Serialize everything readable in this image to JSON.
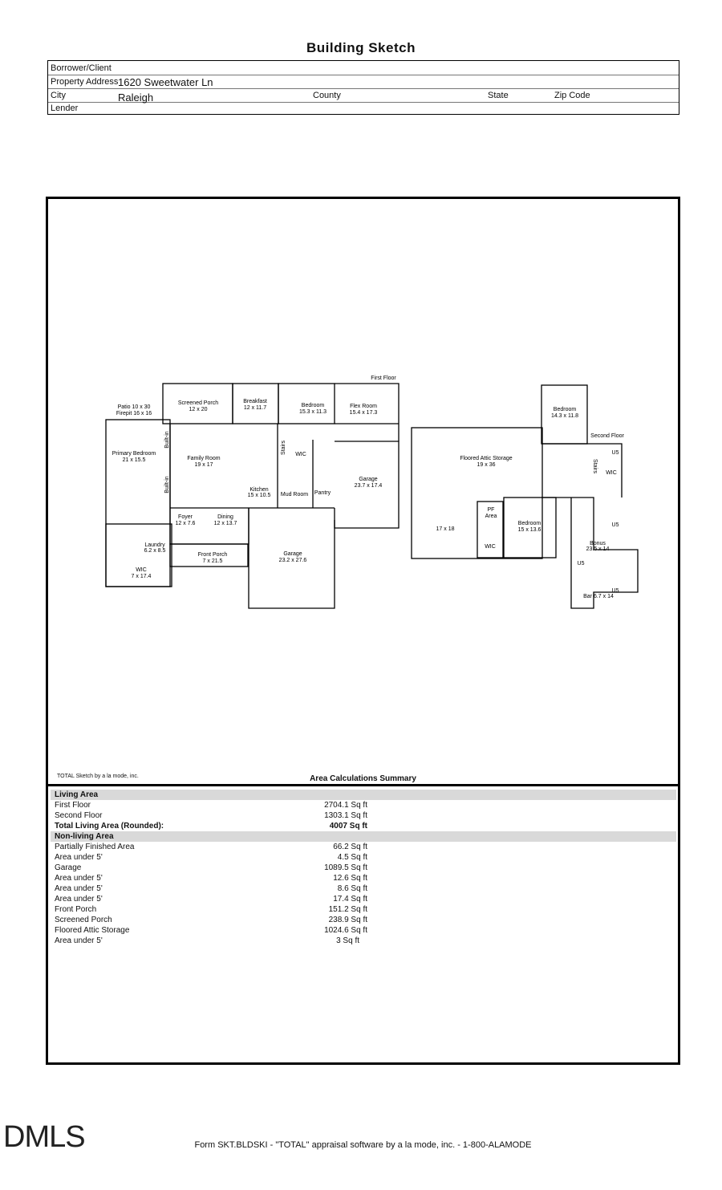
{
  "title": "Building Sketch",
  "header": {
    "borrower_label": "Borrower/Client",
    "address_label": "Property Address",
    "address_value": "1620 Sweetwater Ln",
    "city_label": "City",
    "city_value": "Raleigh",
    "county_label": "County",
    "state_label": "State",
    "zip_label": "Zip Code",
    "lender_label": "Lender"
  },
  "sketch": {
    "first_floor_label": "First Floor",
    "second_floor_label": "Second Floor",
    "rooms": {
      "patio": "Patio 10 x 30",
      "firepit": "Firepit 16 x 16",
      "screened_porch": "Screened Porch",
      "screened_porch_dim": "12 x 20",
      "breakfast": "Breakfast",
      "breakfast_dim": "12 x 11.7",
      "bedroom1": "Bedroom",
      "bedroom1_dim": "15.3 x 11.3",
      "flex_room": "Flex Room",
      "flex_room_dim": "15.4 x 17.3",
      "primary_bedroom": "Primary Bedroom",
      "primary_bedroom_dim": "21 x 15.5",
      "family_room": "Family Room",
      "family_room_dim": "19 x 17",
      "built_in": "Built-in",
      "stairs": "Stairs",
      "wic": "WIC",
      "garage1": "Garage",
      "garage1_dim": "23.7 x 17.4",
      "kitchen": "Kitchen",
      "kitchen_dim": "15 x 10.5",
      "mud_room": "Mud Room",
      "pantry": "Pantry",
      "foyer": "Foyer",
      "foyer_dim": "12 x 7.6",
      "dining": "Dining",
      "dining_dim": "12 x 13.7",
      "laundry": "Laundry",
      "laundry_dim": "6.2 x 8.5",
      "front_porch": "Front Porch",
      "front_porch_dim": "7 x 21.5",
      "garage2": "Garage",
      "garage2_dim": "23.2 x 27.6",
      "wic_primary": "WIC",
      "wic_primary_dim": "7 x 17.4",
      "bedroom2": "Bedroom",
      "bedroom2_dim": "14.3 x 11.8",
      "attic": "Floored Attic Storage",
      "attic_dim": "19 x 36",
      "attic_dim2": "17 x 18",
      "pf": "PF",
      "pf_area": "Area",
      "bedroom3": "Bedroom",
      "bedroom3_dim": "15 x 13.6",
      "wic2": "WIC",
      "wic3": "WIC",
      "bonus": "Bonus",
      "bonus_dim": "23.5 x 14",
      "bar": "Bar 6.7 x 14",
      "u5": "U5"
    }
  },
  "credit": "TOTAL Sketch by a la mode, inc.",
  "summary_title": "Area Calculations Summary",
  "summary": {
    "living_heading": "Living Area",
    "living_rows": [
      {
        "label": "First Floor",
        "value": "2704.1 Sq ft"
      },
      {
        "label": "Second Floor",
        "value": "1303.1 Sq ft"
      }
    ],
    "total_label": "Total Living Area (Rounded):",
    "total_value": "4007 Sq ft",
    "nonliving_heading": "Non-living Area",
    "nonliving_rows": [
      {
        "label": "Partially Finished Area",
        "value": "66.2 Sq ft"
      },
      {
        "label": "Area under 5'",
        "value": "4.5 Sq ft"
      },
      {
        "label": "Garage",
        "value": "1089.5 Sq ft"
      },
      {
        "label": "Area under 5'",
        "value": "12.6 Sq ft"
      },
      {
        "label": "Area under 5'",
        "value": "8.6 Sq ft"
      },
      {
        "label": "Area under 5'",
        "value": "17.4 Sq ft"
      },
      {
        "label": "Front Porch",
        "value": "151.2 Sq ft"
      },
      {
        "label": "Screened Porch",
        "value": "238.9 Sq ft"
      },
      {
        "label": "Floored Attic Storage",
        "value": "1024.6 Sq ft"
      },
      {
        "label": "Area under 5'",
        "value": "3 Sq ft"
      }
    ]
  },
  "logo": "DMLS",
  "footer": "Form SKT.BLDSKI - \"TOTAL\" appraisal software by a la mode, inc. - 1-800-ALAMODE"
}
